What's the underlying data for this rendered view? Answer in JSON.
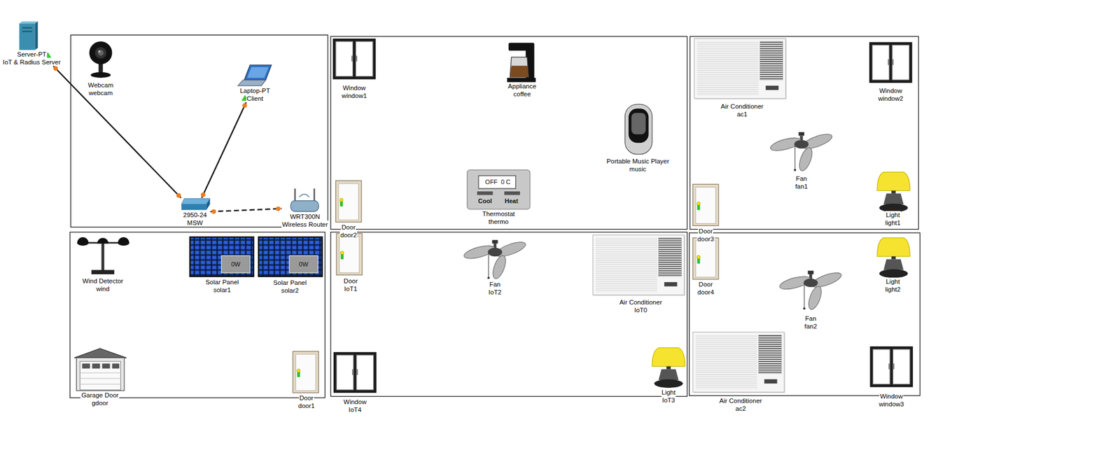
{
  "diagram": {
    "nodes": [
      {
        "text": [
          "Server-PT",
          "IoT & Radius Server"
        ]
      },
      {
        "text": [
          "Webcam",
          "webcam"
        ]
      },
      {
        "text": [
          "Laptop-PT",
          "Client"
        ]
      },
      {
        "text": [
          "2950-24",
          "MSW"
        ]
      },
      {
        "text": [
          "WRT300N",
          "Wireless Router"
        ]
      },
      {
        "text": [
          "Window",
          "window1"
        ]
      },
      {
        "text": [
          "Appliance",
          "coffee"
        ]
      },
      {
        "text": [
          "Portable Music Player",
          "music"
        ]
      },
      {
        "text": [
          "Thermostat",
          "thermo"
        ]
      },
      {
        "text": [
          "Door",
          "door2"
        ]
      },
      {
        "text": [
          "Air Conditioner",
          "ac1"
        ]
      },
      {
        "text": [
          "Window",
          "window2"
        ]
      },
      {
        "text": [
          "Fan",
          "fan1"
        ]
      },
      {
        "text": [
          "Door",
          "door3"
        ]
      },
      {
        "text": [
          "Light",
          "light1"
        ]
      },
      {
        "text": [
          "Wind Detector",
          "wind"
        ]
      },
      {
        "text": [
          "Solar Panel",
          "solar1"
        ]
      },
      {
        "text": [
          "Solar Panel",
          "solar2"
        ]
      },
      {
        "text": [
          "Garage Door",
          "gdoor"
        ]
      },
      {
        "text": [
          "Door",
          "door1"
        ]
      },
      {
        "text": [
          "Door",
          "IoT1"
        ]
      },
      {
        "text": [
          "Fan",
          "IoT2"
        ]
      },
      {
        "text": [
          "Air Conditioner",
          "IoT0"
        ]
      },
      {
        "text": [
          "Window",
          "IoT4"
        ]
      },
      {
        "text": [
          "Light",
          "IoT3"
        ]
      },
      {
        "text": [
          "Door",
          "door4"
        ]
      },
      {
        "text": [
          "Fan",
          "fan2"
        ]
      },
      {
        "text": [
          "Light",
          "light2"
        ]
      },
      {
        "text": [
          "Air Conditioner",
          "ac2"
        ]
      },
      {
        "text": [
          "Window",
          "window3"
        ]
      }
    ],
    "edges": [
      {
        "from": 0,
        "to": 3,
        "arrow": "none"
      },
      {
        "from": 2,
        "to": 3,
        "arrow": "none"
      },
      {
        "from": 3,
        "to": 4,
        "arrow": "none"
      }
    ],
    "labels": [
      "OFF  0 C",
      "Cool",
      "Heat",
      "0W",
      "0W"
    ]
  }
}
